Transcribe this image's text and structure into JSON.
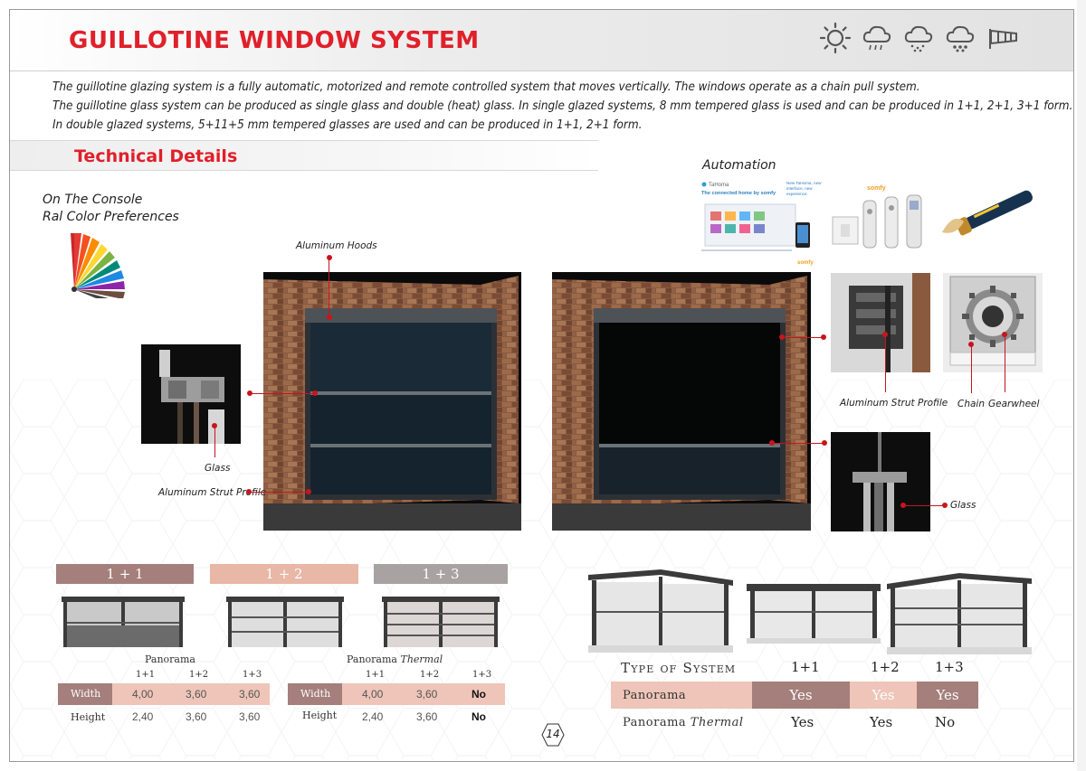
{
  "header": {
    "title": "GUILLOTINE WINDOW SYSTEM",
    "weather_icons": [
      "sun-icon",
      "rain-cloud-icon",
      "snow-cloud-icon",
      "hail-cloud-icon",
      "windsock-icon"
    ]
  },
  "intro": {
    "line1": "The guillotine glazing system is a fully automatic, motorized and remote controlled system that moves vertically. The windows operate as a chain pull system.",
    "line2": "The guillotine glass system can be produced as single glass and double (heat) glass. In single glazed systems, 8 mm tempered glass is used and can be produced in 1+1, 2+1, 3+1 form.",
    "line3": "In double glazed systems, 5+11+5 mm tempered glasses are used and can be produced in 1+1, 2+1 form."
  },
  "section_title": "Technical Details",
  "console": {
    "line1": "On The Console",
    "line2": "Ral Color Preferences"
  },
  "automation": {
    "label": "Automation",
    "tahoma_brand": "TaHoma",
    "tahoma_tagline": "The connected home by somfy",
    "tahoma_side": "New TaHoma, new interface, new experience.",
    "somfy_logo": "somfy"
  },
  "callouts": {
    "aluminum_hoods": "Aluminum Hoods",
    "glass_left": "Glass",
    "strut_left": "Aluminum Strut Profile",
    "strut_right": "Aluminum Strut Profile",
    "chain": "Chain",
    "gearwheel": "Gearwheel",
    "glass_right": "Glass"
  },
  "variants": [
    {
      "label": "1 + 1",
      "color": "#a47f7b"
    },
    {
      "label": "1 + 2",
      "color": "#e8b7a6"
    },
    {
      "label": "1 + 3",
      "color": "#a8a2a2"
    }
  ],
  "panorama_table": {
    "caption": "Panorama",
    "columns": [
      "1+1",
      "1+2",
      "1+3"
    ],
    "rows": [
      {
        "label": "Width",
        "values": [
          "4,00",
          "3,60",
          "3,60"
        ]
      },
      {
        "label": "Height",
        "values": [
          "2,40",
          "3,60",
          "3,60"
        ]
      }
    ]
  },
  "thermal_table": {
    "caption": "Panorama",
    "caption_suffix": "Thermal",
    "columns": [
      "1+1",
      "1+2",
      "1+3"
    ],
    "rows": [
      {
        "label": "Width",
        "values": [
          "4,00",
          "3,60",
          "No"
        ]
      },
      {
        "label": "Height",
        "values": [
          "2,40",
          "3,60",
          "No"
        ]
      }
    ]
  },
  "system_table": {
    "heading": "Type of System",
    "columns": [
      "1+1",
      "1+2",
      "1+3"
    ],
    "rows": [
      {
        "label": "Panorama",
        "suffix": "",
        "values": [
          "Yes",
          "Yes",
          "Yes"
        ]
      },
      {
        "label": "Panorama",
        "suffix": "Thermal",
        "values": [
          "Yes",
          "Yes",
          "No"
        ]
      }
    ]
  },
  "page_number": "14",
  "colors": {
    "accent": "#e0202a",
    "callout": "#c8151d",
    "mauve": "#a47f7b",
    "peach": "#eec5b8"
  }
}
